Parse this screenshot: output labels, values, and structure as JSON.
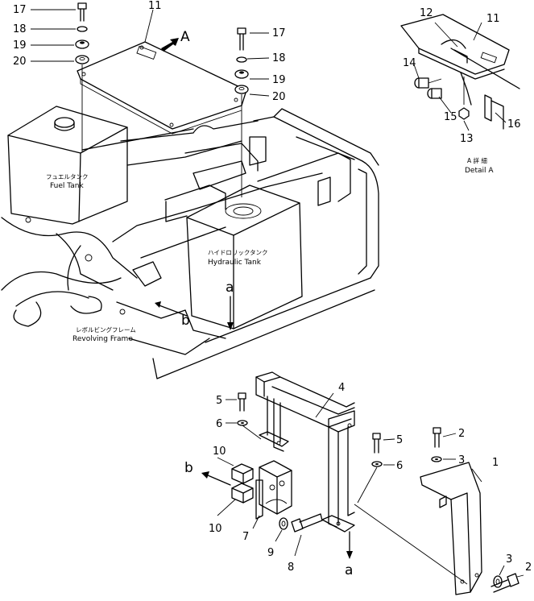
{
  "callouts": {
    "c17a": "17",
    "c18a": "18",
    "c19a": "19",
    "c20a": "20",
    "c11a": "11",
    "c17b": "17",
    "c18b": "18",
    "c19b": "19",
    "c20b": "20",
    "c12": "12",
    "c11b": "11",
    "c14": "14",
    "c15": "15",
    "c13": "13",
    "c16": "16",
    "c4": "4",
    "c5a": "5",
    "c6a": "6",
    "c5b": "5",
    "c6b": "6",
    "c2a": "2",
    "c3a": "3",
    "c1": "1",
    "c10a": "10",
    "c10b": "10",
    "c7": "7",
    "c9": "9",
    "c8": "8",
    "c3b": "3",
    "c2b": "2"
  },
  "view_marks": {
    "A": "A",
    "a_top": "a",
    "b_top": "b",
    "a_bottom": "a",
    "b_bottom": "b"
  },
  "labels": {
    "fuel_tank_jp": "フュエルタンク",
    "fuel_tank_en": "Fuel Tank",
    "hydraulic_tank_jp": "ハイドロリックタンク",
    "hydraulic_tank_en": "Hydraulic Tank",
    "revolving_frame_jp": "レボルビングフレーム",
    "revolving_frame_en": "Revolving Frame",
    "detail_jp": "A 詳 細",
    "detail_en": "Detail A"
  }
}
